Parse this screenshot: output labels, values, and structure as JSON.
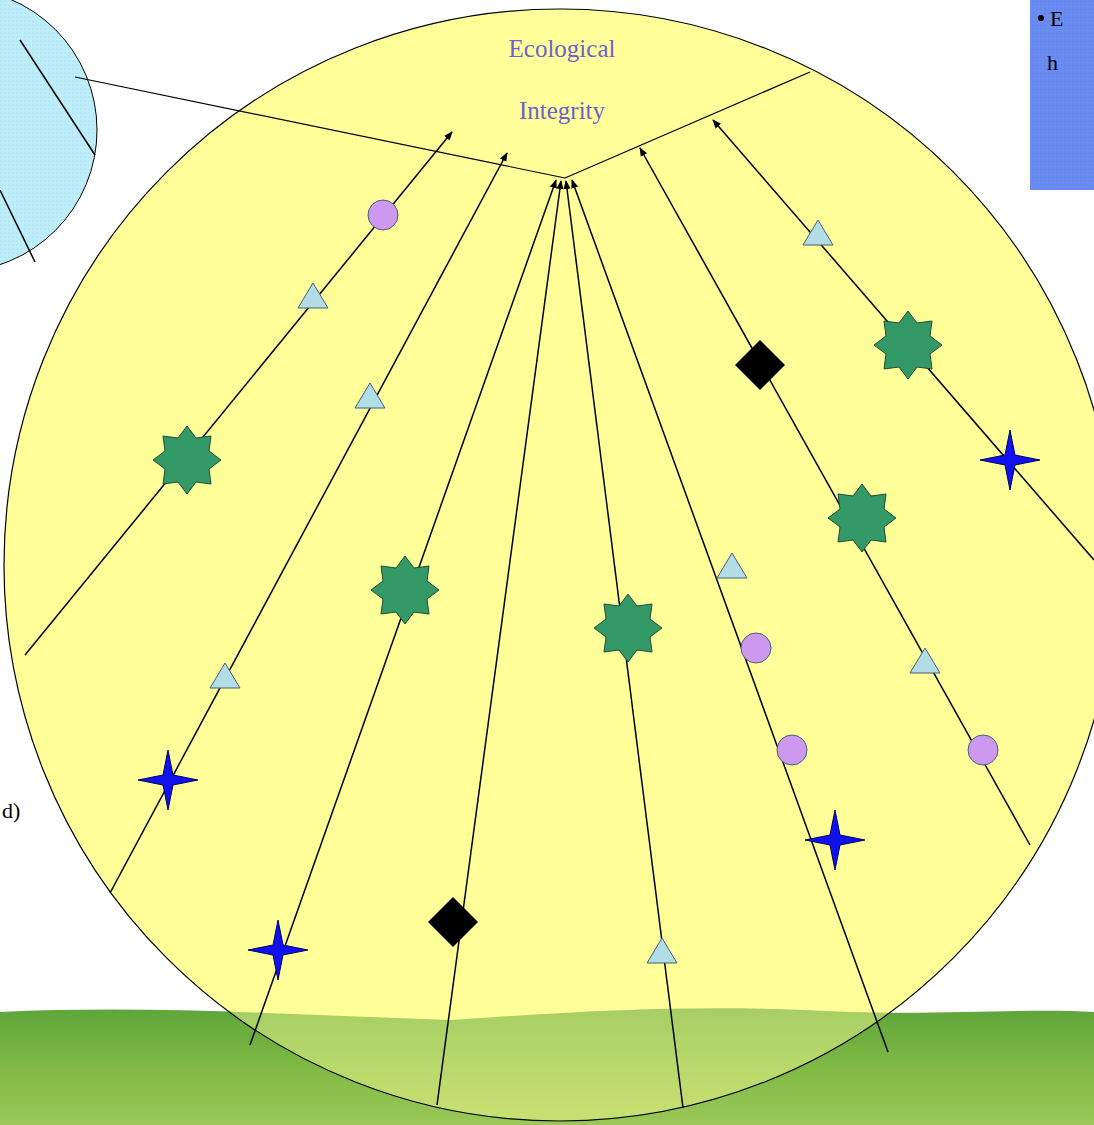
{
  "diagram": {
    "nodes": [
      {
        "text": [
          "Ecological Integrity"
        ]
      }
    ],
    "edges": [],
    "labels": [
      "E",
      "h",
      "d)"
    ]
  }
}
